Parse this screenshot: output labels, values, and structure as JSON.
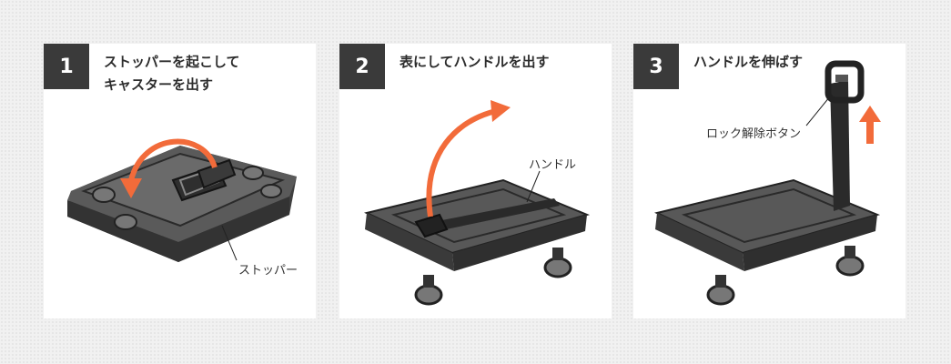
{
  "steps": [
    {
      "number": "1",
      "title_lines": [
        "ストッパーを起こして",
        "キャスターを出す"
      ],
      "callout": "ストッパー"
    },
    {
      "number": "2",
      "title_lines": [
        "表にしてハンドルを出す"
      ],
      "callout": "ハンドル"
    },
    {
      "number": "3",
      "title_lines": [
        "ハンドルを伸ばす"
      ],
      "callout": "ロック解除ボタン"
    }
  ],
  "colors": {
    "accent": "#f26b3a",
    "number_bg": "#3a3a3a",
    "cart_body": "#4a4a4a"
  },
  "icons": [
    "curved-arrow-icon",
    "up-arrow-icon"
  ]
}
